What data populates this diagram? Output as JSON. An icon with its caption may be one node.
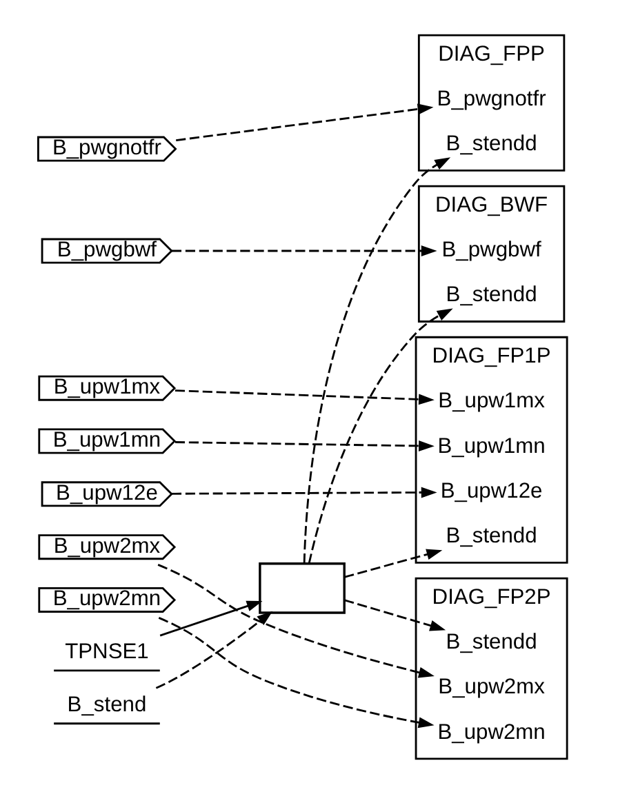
{
  "diagram": {
    "nodes": [
      {
        "text": [
          "DIAG_FPP"
        ]
      },
      {
        "text": [
          "B_pwgnotfr"
        ],
        "in": 0
      },
      {
        "text": [
          "B_stendd"
        ],
        "in": 0
      },
      {
        "text": [
          "DIAG_BWF"
        ]
      },
      {
        "text": [
          "B_pwgbwf"
        ],
        "in": 3
      },
      {
        "text": [
          "B_stendd"
        ],
        "in": 3
      },
      {
        "text": [
          "DIAG_FP1P"
        ]
      },
      {
        "text": [
          "B_upw1mx"
        ],
        "in": 6
      },
      {
        "text": [
          "B_upw1mn"
        ],
        "in": 6
      },
      {
        "text": [
          "B_upw12e"
        ],
        "in": 6
      },
      {
        "text": [
          "B_stendd"
        ],
        "in": 6
      },
      {
        "text": [
          "DIAG_FP2P"
        ]
      },
      {
        "text": [
          "B_upw2mx"
        ],
        "in": 11
      },
      {
        "text": [
          "B_upw2mn"
        ],
        "in": 11
      },
      {
        "text": [
          "B_stendd"
        ],
        "in": 11
      },
      {
        "text": [
          "B_pwgnotfr"
        ]
      },
      {
        "text": [
          "B_pwgbwf"
        ]
      },
      {
        "text": [
          "B_upw1mx"
        ]
      },
      {
        "text": [
          "B_upw1mn"
        ]
      },
      {
        "text": [
          "B_upw12e"
        ]
      },
      {
        "text": [
          "B_upw2mx"
        ]
      },
      {
        "text": [
          "B_upw2mn"
        ]
      },
      {
        "text": [
          "TPNSE1"
        ]
      },
      {
        "text": [
          "B_stend"
        ]
      },
      {
        "text": [],
        "shape": "box"
      }
    ],
    "edges": [
      {
        "from": 15,
        "to": 1,
        "arrow": "to",
        "style": "dashed"
      },
      {
        "from": 16,
        "to": 4,
        "arrow": "to",
        "style": "dashed"
      },
      {
        "from": 17,
        "to": 7,
        "arrow": "to",
        "style": "dashed"
      },
      {
        "from": 18,
        "to": 8,
        "arrow": "to",
        "style": "dashed"
      },
      {
        "from": 19,
        "to": 9,
        "arrow": "to",
        "style": "dashed"
      },
      {
        "from": 20,
        "to": 12,
        "arrow": "to",
        "style": "dashed"
      },
      {
        "from": 21,
        "to": 13,
        "arrow": "to",
        "style": "dashed"
      },
      {
        "from": 22,
        "to": 24,
        "arrow": "to"
      },
      {
        "from": 23,
        "to": 24,
        "arrow": "to",
        "style": "dashed"
      },
      {
        "from": 24,
        "to": 2,
        "arrow": "to",
        "style": "dashed"
      },
      {
        "from": 24,
        "to": 5,
        "arrow": "to",
        "style": "dashed"
      },
      {
        "from": 24,
        "to": 10,
        "arrow": "to",
        "style": "dashed"
      },
      {
        "from": 24,
        "to": 14,
        "arrow": "to",
        "style": "dashed"
      }
    ]
  }
}
